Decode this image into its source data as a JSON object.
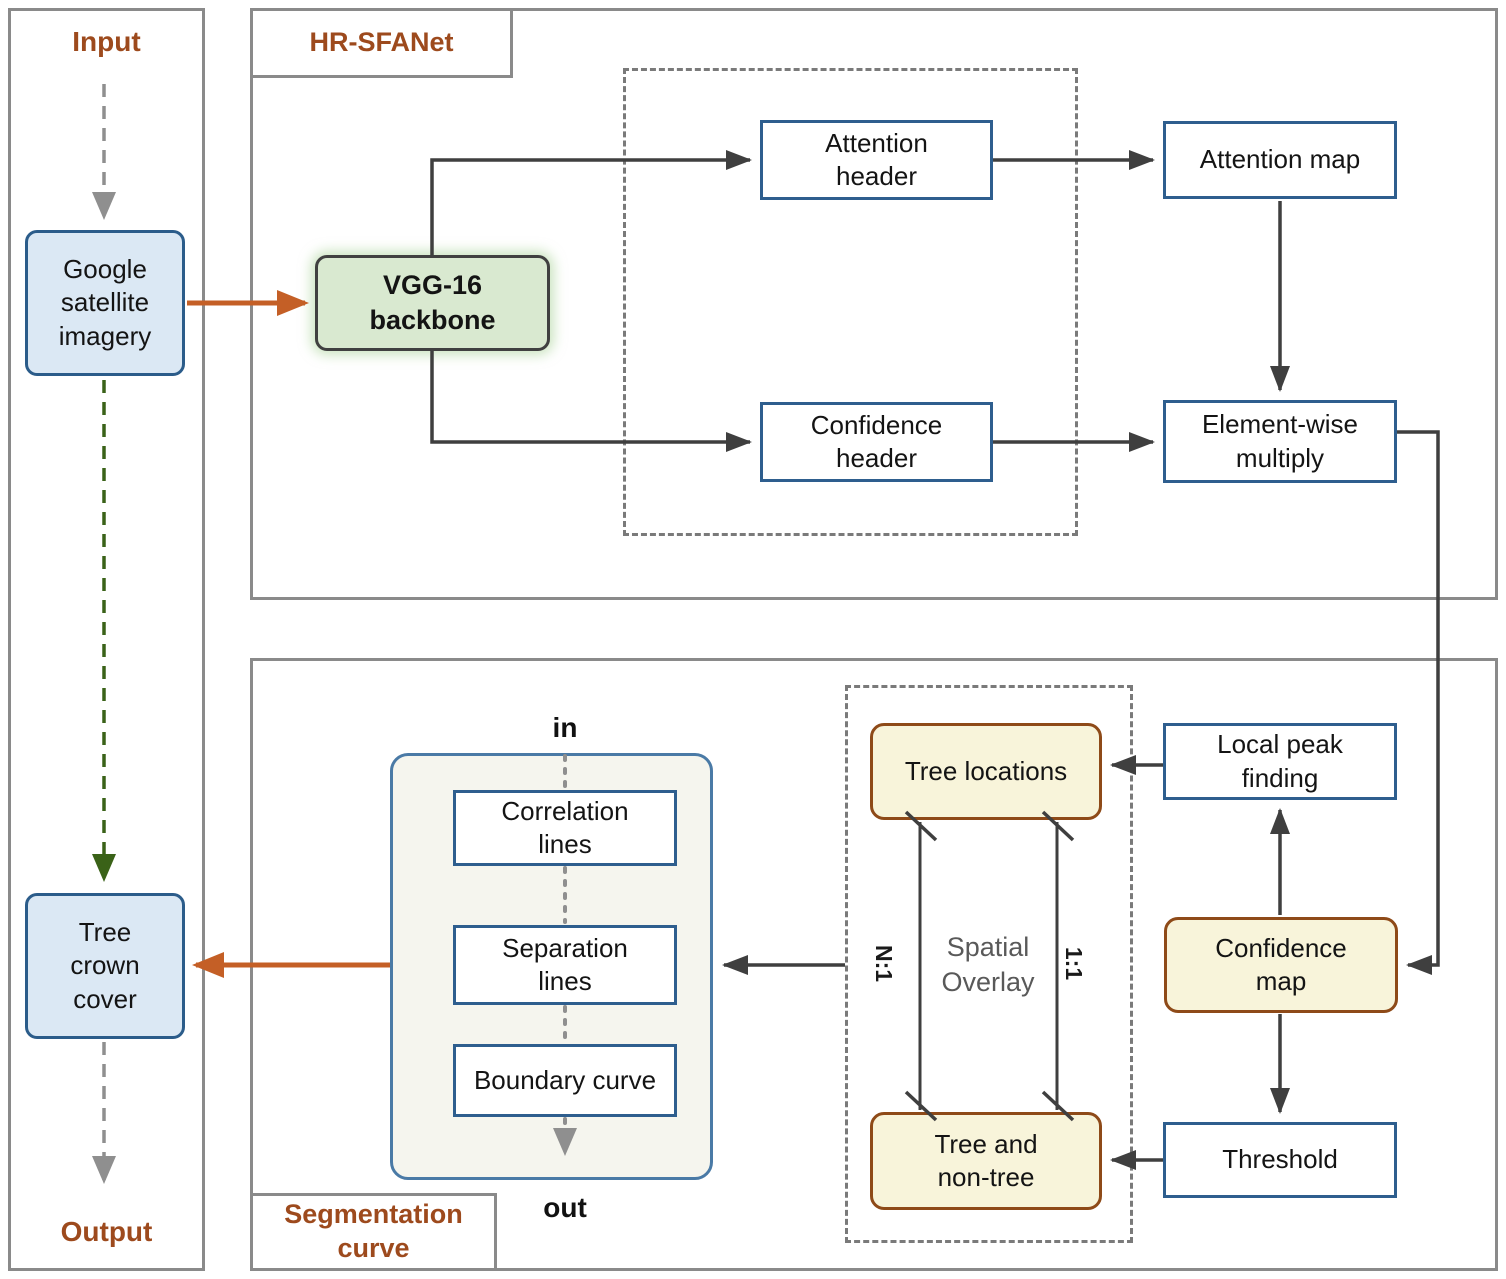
{
  "left_column": {
    "input_label": "Input",
    "output_label": "Output",
    "google_imagery": [
      "Google",
      "satellite",
      "imagery"
    ],
    "tree_crown_cover": [
      "Tree",
      "crown",
      "cover"
    ]
  },
  "hrsfanet_panel": {
    "title": "HR-SFANet",
    "vgg_backbone": [
      "VGG-16",
      "backbone"
    ],
    "attention_header": [
      "Attention",
      "header"
    ],
    "confidence_header": [
      "Confidence",
      "header"
    ],
    "attention_map": [
      "Attention map"
    ],
    "element_wise_multiply": [
      "Element-wise",
      "multiply"
    ]
  },
  "segmentation_panel": {
    "title": [
      "Segmentation",
      "curve"
    ],
    "in_label": "in",
    "out_label": "out",
    "correlation_lines": [
      "Correlation",
      "lines"
    ],
    "separation_lines": [
      "Separation",
      "lines"
    ],
    "boundary_curve": [
      "Boundary curve"
    ],
    "spatial_overlay": {
      "label": [
        "Spatial",
        "Overlay"
      ],
      "tree_locations": [
        "Tree locations"
      ],
      "tree_and_non_tree": [
        "Tree and",
        "non-tree"
      ],
      "left_cardinality": "N:1",
      "right_cardinality": "1:1"
    },
    "local_peak_finding": [
      "Local peak",
      "finding"
    ],
    "confidence_map": [
      "Confidence",
      "map"
    ],
    "threshold": [
      "Threshold"
    ]
  },
  "colors": {
    "panel_border": "#8a8a8a",
    "title_text": "#9d4a1d",
    "blue_box_border": "#2e5e8e",
    "blue_fill": "#dbe8f4",
    "green_fill": "#d9e9d0",
    "cream_fill": "#f8f4da",
    "cream_border": "#8e4a18",
    "orange_arrow": "#c45f26",
    "dark_line": "#3f3f3f",
    "gray_dashed": "#8f8f8f",
    "green_dashed": "#3a6218",
    "seg_container_fill": "#f5f5ee"
  }
}
